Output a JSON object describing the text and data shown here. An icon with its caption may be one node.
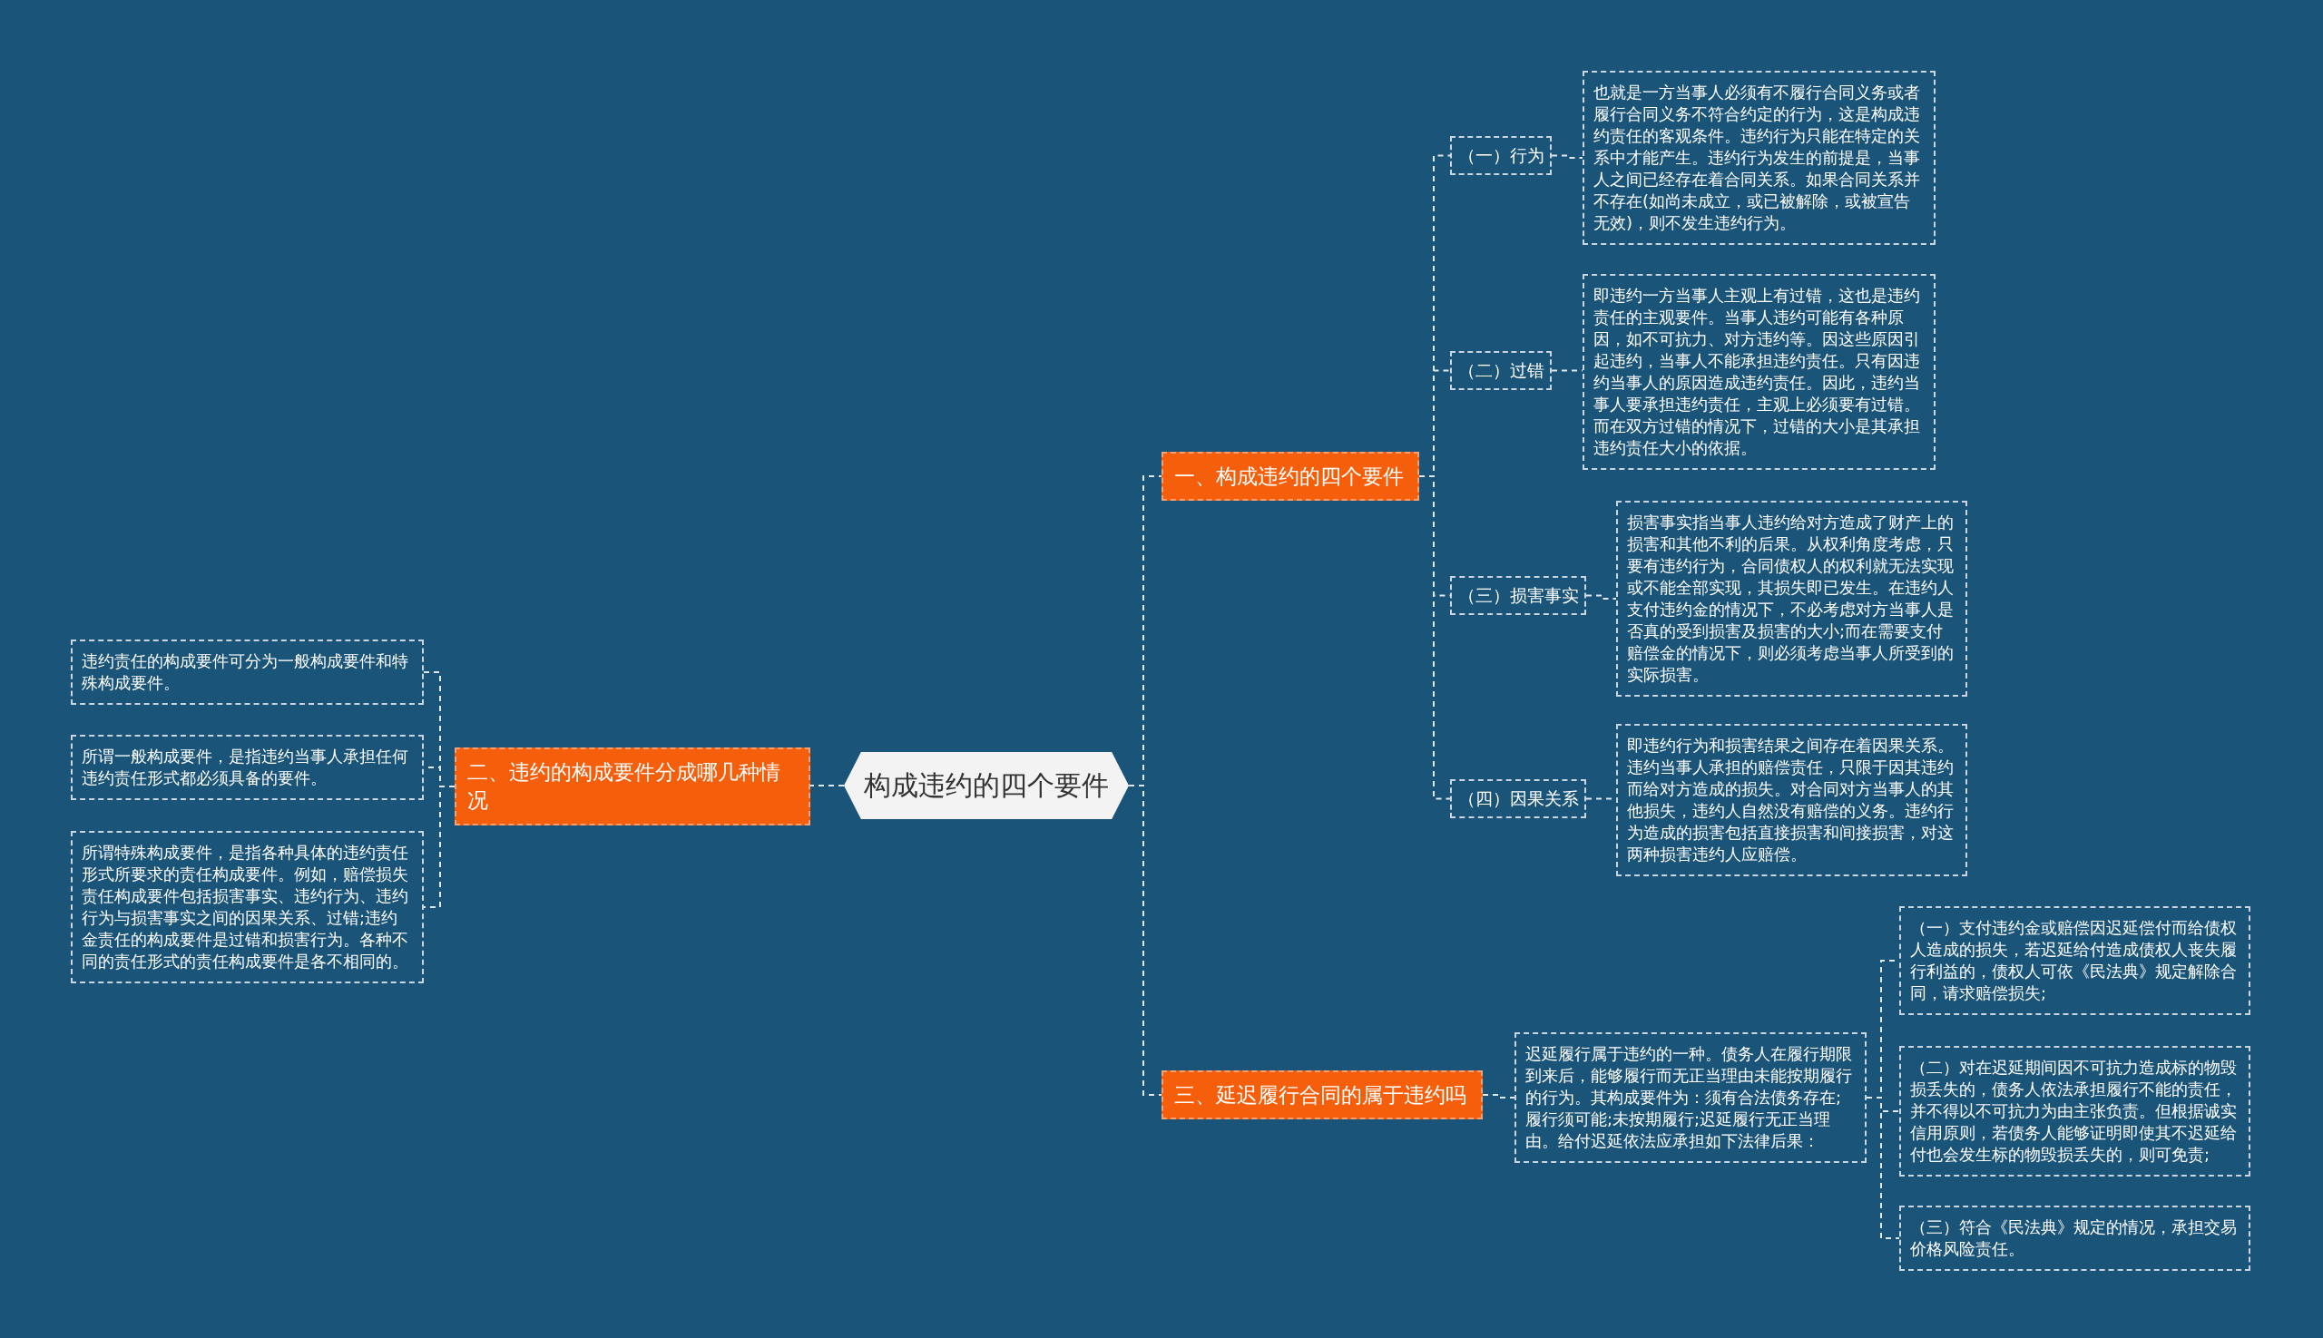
{
  "diagram": {
    "nodes": [
      {
        "text": [
          "构成违约的四个要件"
        ]
      },
      {
        "text": [
          "一、构成违约的四个要件"
        ]
      },
      {
        "text": [
          "（一）行为"
        ]
      },
      {
        "text": [
          "也就是一方当事人必须有不履行合同义务或者履行合同义务不符合约定的行为，这是构成违约责任的客观条件。违约行为只能在特定的关系中才能产生。违约行为发生的前提是，当事人之间已经存在着合同关系。如果合同关系并不存在(如尚未成立，或已被解除，或被宣告无效)，则不发生违约行为。"
        ]
      },
      {
        "text": [
          "（二）过错"
        ]
      },
      {
        "text": [
          "即违约一方当事人主观上有过错，这也是违约责任的主观要件。当事人违约可能有各种原因，如不可抗力、对方违约等。因这些原因引起违约，当事人不能承担违约责任。只有因违约当事人的原因造成违约责任。因此，违约当事人要承担违约责任，主观上必须要有过错。而在双方过错的情况下，过错的大小是其承担违约责任大小的依据。"
        ]
      },
      {
        "text": [
          "（三）损害事实"
        ]
      },
      {
        "text": [
          "损害事实指当事人违约给对方造成了财产上的损害和其他不利的后果。从权利角度考虑，只要有违约行为，合同债权人的权利就无法实现或不能全部实现，其损失即已发生。在违约人支付违约金的情况下，不必考虑对方当事人是否真的受到损害及损害的大小;而在需要支付赔偿金的情况下，则必须考虑当事人所受到的实际损害。"
        ]
      },
      {
        "text": [
          "（四）因果关系"
        ]
      },
      {
        "text": [
          "即违约行为和损害结果之间存在着因果关系。违约当事人承担的赔偿责任，只限于因其违约而给对方造成的损失。对合同对方当事人的其他损失，违约人自然没有赔偿的义务。违约行为造成的损害包括直接损害和间接损害，对这两种损害违约人应赔偿。"
        ]
      },
      {
        "text": [
          "二、违约的构成要件分成哪几种情况"
        ]
      },
      {
        "text": [
          "违约责任的构成要件可分为一般构成要件和特殊构成要件。"
        ]
      },
      {
        "text": [
          "所谓一般构成要件，是指违约当事人承担任何违约责任形式都必须具备的要件。"
        ]
      },
      {
        "text": [
          "所谓特殊构成要件，是指各种具体的违约责任形式所要求的责任构成要件。例如，赔偿损失责任构成要件包括损害事实、违约行为、违约行为与损害事实之间的因果关系、过错;违约金责任的构成要件是过错和损害行为。各种不同的责任形式的责任构成要件是各不相同的。"
        ]
      },
      {
        "text": [
          "三、延迟履行合同的属于违约吗"
        ]
      },
      {
        "text": [
          "迟延履行属于违约的一种。债务人在履行期限到来后，能够履行而无正当理由未能按期履行的行为。其构成要件为：须有合法债务存在;履行须可能;未按期履行;迟延履行无正当理由。给付迟延依法应承担如下法律后果："
        ]
      },
      {
        "text": [
          "（一）支付违约金或赔偿因迟延偿付而给债权人造成的损失，若迟延给付造成债权人丧失履行利益的，债权人可依《民法典》规定解除合同，请求赔偿损失;"
        ]
      },
      {
        "text": [
          "（二）对在迟延期间因不可抗力造成标的物毁损丢失的，债务人依法承担履行不能的责任，并不得以不可抗力为由主张负责。但根据诚实信用原则，若债务人能够证明即使其不迟延给付也会发生标的物毁损丢失的，则可免责;"
        ]
      },
      {
        "text": [
          "（三）符合《民法典》规定的情况，承担交易价格风险责任。"
        ]
      }
    ],
    "edges": [
      {
        "from": 0,
        "to": 1,
        "arrow": "none",
        "style": "dashed"
      },
      {
        "from": 1,
        "to": 2,
        "arrow": "none",
        "style": "dashed"
      },
      {
        "from": 2,
        "to": 3,
        "arrow": "none",
        "style": "dashed"
      },
      {
        "from": 1,
        "to": 4,
        "arrow": "none",
        "style": "dashed"
      },
      {
        "from": 4,
        "to": 5,
        "arrow": "none",
        "style": "dashed"
      },
      {
        "from": 1,
        "to": 6,
        "arrow": "none",
        "style": "dashed"
      },
      {
        "from": 6,
        "to": 7,
        "arrow": "none",
        "style": "dashed"
      },
      {
        "from": 1,
        "to": 8,
        "arrow": "none",
        "style": "dashed"
      },
      {
        "from": 8,
        "to": 9,
        "arrow": "none",
        "style": "dashed"
      },
      {
        "from": 0,
        "to": 10,
        "arrow": "none",
        "style": "dashed"
      },
      {
        "from": 10,
        "to": 11,
        "arrow": "none",
        "style": "dashed"
      },
      {
        "from": 10,
        "to": 12,
        "arrow": "none",
        "style": "dashed"
      },
      {
        "from": 10,
        "to": 13,
        "arrow": "none",
        "style": "dashed"
      },
      {
        "from": 0,
        "to": 14,
        "arrow": "none",
        "style": "dashed"
      },
      {
        "from": 14,
        "to": 15,
        "arrow": "none",
        "style": "dashed"
      },
      {
        "from": 15,
        "to": 16,
        "arrow": "none",
        "style": "dashed"
      },
      {
        "from": 15,
        "to": 17,
        "arrow": "none",
        "style": "dashed"
      },
      {
        "from": 15,
        "to": 18,
        "arrow": "none",
        "style": "dashed"
      }
    ]
  }
}
